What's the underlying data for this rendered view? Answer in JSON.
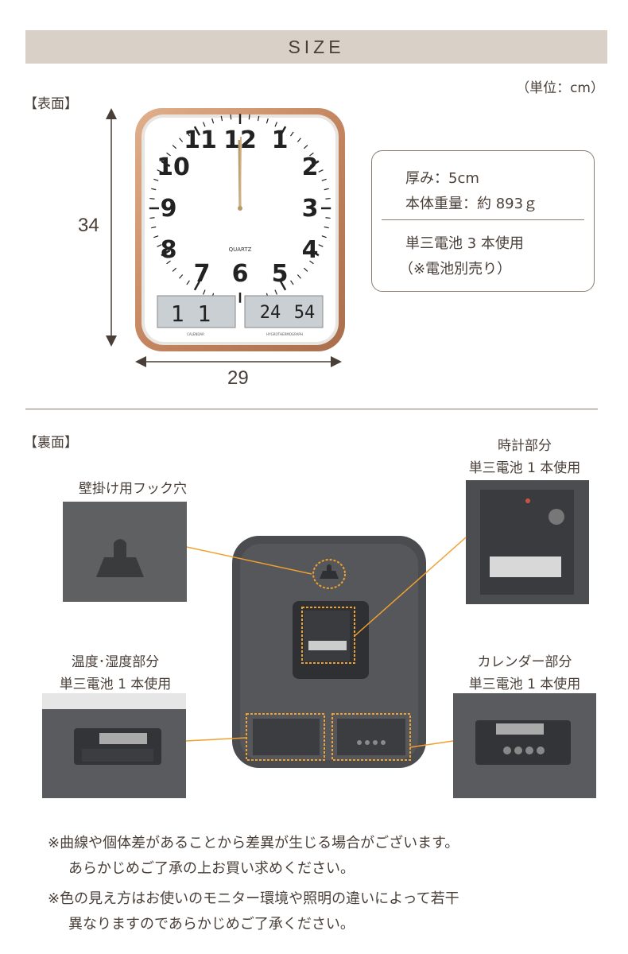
{
  "header": {
    "title": "SIZE"
  },
  "unit": "（単位：cm）",
  "front": {
    "label": "【表面】",
    "height": "34",
    "width": "29",
    "numerals": [
      "12",
      "1",
      "2",
      "3",
      "4",
      "5",
      "6",
      "7",
      "8",
      "9",
      "10",
      "11"
    ],
    "brand": "QUARTZ",
    "lcd_left": "1 1",
    "lcd_right": "24",
    "lcd_right2": "54",
    "lcd_left_caption": "CALENDAR",
    "lcd_right_caption": "HYGROTHERMOGRAPH"
  },
  "specs": {
    "thickness": "厚み：5cm",
    "weight": "本体重量：約 893ｇ",
    "battery": "単三電池 3 本使用",
    "battery_note": "（※電池別売り）"
  },
  "back": {
    "label": "【裏面】",
    "hook": "壁掛け用フック穴",
    "clock_part": "時計部分",
    "clock_part_battery": "単三電池 1 本使用",
    "temp_part": "温度･湿度部分",
    "temp_part_battery": "単三電池 1 本使用",
    "calendar_part": "カレンダー部分",
    "calendar_part_battery": "単三電池 1 本使用"
  },
  "notes": [
    "※曲線や個体差があることから差異が生じる場合がございます。",
    "あらかじめご了承の上お買い求めください。",
    "※色の見え方はお使いのモニター環境や照明の違いによって若干",
    "異なりますのであらかじめご了承ください。"
  ],
  "colors": {
    "band": "#d9d1c7",
    "text": "#4a3f38",
    "frame": "#c9906a",
    "callout": "#f0a030"
  }
}
